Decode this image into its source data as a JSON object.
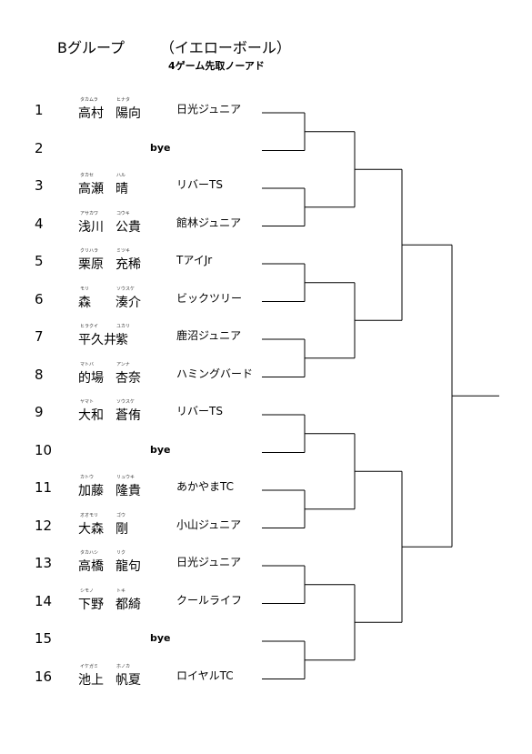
{
  "header": {
    "group": "Bグループ",
    "ball": "（イエローボール）",
    "format": "4ゲーム先取ノーアド"
  },
  "entries": [
    {
      "no": "1",
      "surname": "高村",
      "given": "陽向",
      "surname_kana": "タカムラ",
      "given_kana": "ヒナタ",
      "club": "日光ジュニア",
      "bye": ""
    },
    {
      "no": "2",
      "surname": "",
      "given": "",
      "surname_kana": "",
      "given_kana": "",
      "club": "",
      "bye": "bye"
    },
    {
      "no": "3",
      "surname": "高瀬",
      "given": "晴",
      "surname_kana": "タカセ",
      "given_kana": "ハル",
      "club": "リバーTS",
      "bye": ""
    },
    {
      "no": "4",
      "surname": "浅川",
      "given": "公貴",
      "surname_kana": "アサカワ",
      "given_kana": "コウキ",
      "club": "館林ジュニア",
      "bye": ""
    },
    {
      "no": "5",
      "surname": "栗原",
      "given": "充稀",
      "surname_kana": "クリハラ",
      "given_kana": "ミツキ",
      "club": "TアイJr",
      "bye": ""
    },
    {
      "no": "6",
      "surname": "森",
      "given": "湊介",
      "surname_kana": "モリ",
      "given_kana": "ソウスケ",
      "club": "ビックツリー",
      "bye": ""
    },
    {
      "no": "7",
      "surname": "平久井",
      "given": "紫",
      "surname_kana": "ヒラクイ",
      "given_kana": "ユカリ",
      "club": "鹿沼ジュニア",
      "bye": ""
    },
    {
      "no": "8",
      "surname": "的場",
      "given": "杏奈",
      "surname_kana": "マトバ",
      "given_kana": "アンナ",
      "club": "ハミングバード",
      "bye": ""
    },
    {
      "no": "9",
      "surname": "大和",
      "given": "蒼侑",
      "surname_kana": "ヤマト",
      "given_kana": "ソウスケ",
      "club": "リバーTS",
      "bye": ""
    },
    {
      "no": "10",
      "surname": "",
      "given": "",
      "surname_kana": "",
      "given_kana": "",
      "club": "",
      "bye": "bye"
    },
    {
      "no": "11",
      "surname": "加藤",
      "given": "隆貴",
      "surname_kana": "カトウ",
      "given_kana": "リュウキ",
      "club": "あかやまTC",
      "bye": ""
    },
    {
      "no": "12",
      "surname": "大森",
      "given": "剛",
      "surname_kana": "オオモリ",
      "given_kana": "ゴウ",
      "club": "小山ジュニア",
      "bye": ""
    },
    {
      "no": "13",
      "surname": "高橋",
      "given": "龍句",
      "surname_kana": "タカハシ",
      "given_kana": "リク",
      "club": "日光ジュニア",
      "bye": ""
    },
    {
      "no": "14",
      "surname": "下野",
      "given": "都綺",
      "surname_kana": "シモノ",
      "given_kana": "トキ",
      "club": "クールライフ",
      "bye": ""
    },
    {
      "no": "15",
      "surname": "",
      "given": "",
      "surname_kana": "",
      "given_kana": "",
      "club": "",
      "bye": "bye"
    },
    {
      "no": "16",
      "surname": "池上",
      "given": "帆夏",
      "surname_kana": "イケガミ",
      "given_kana": "ホノカ",
      "club": "ロイヤルTC",
      "bye": ""
    }
  ]
}
